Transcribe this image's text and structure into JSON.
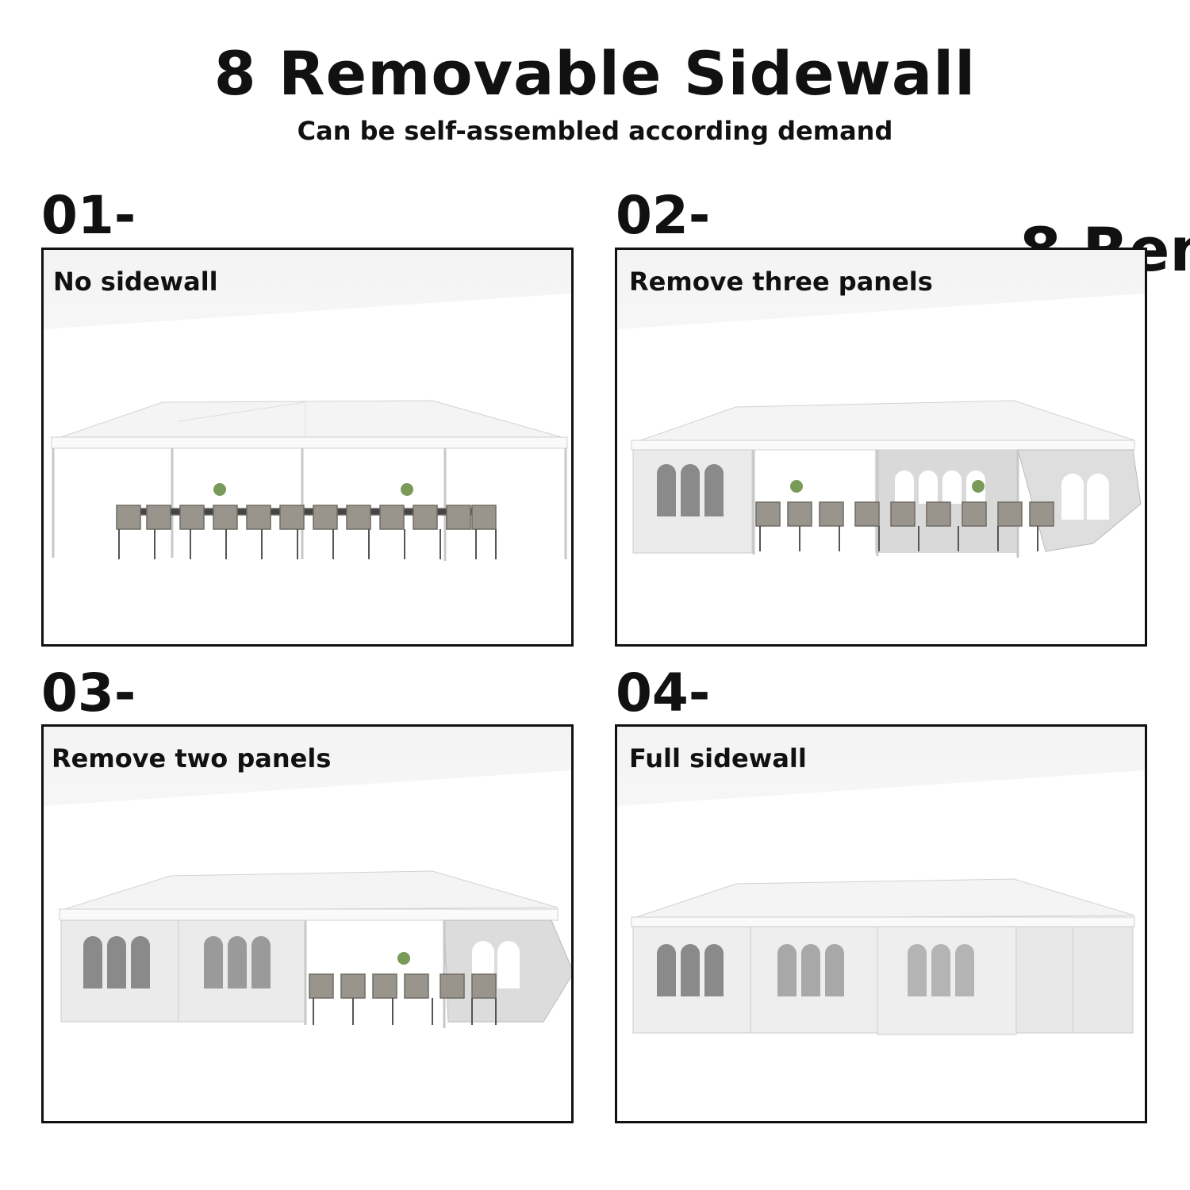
{
  "header": {
    "title": "8 Removable Sidewall",
    "subtitle": "Can be self-assembled according demand",
    "ghost_title": "8 Rem"
  },
  "panels": [
    {
      "number": "01-",
      "label": "No sidewall"
    },
    {
      "number": "02-",
      "label": "Remove three panels"
    },
    {
      "number": "03-",
      "label": "Remove two panels"
    },
    {
      "number": "04-",
      "label": "Full sidewall"
    }
  ]
}
